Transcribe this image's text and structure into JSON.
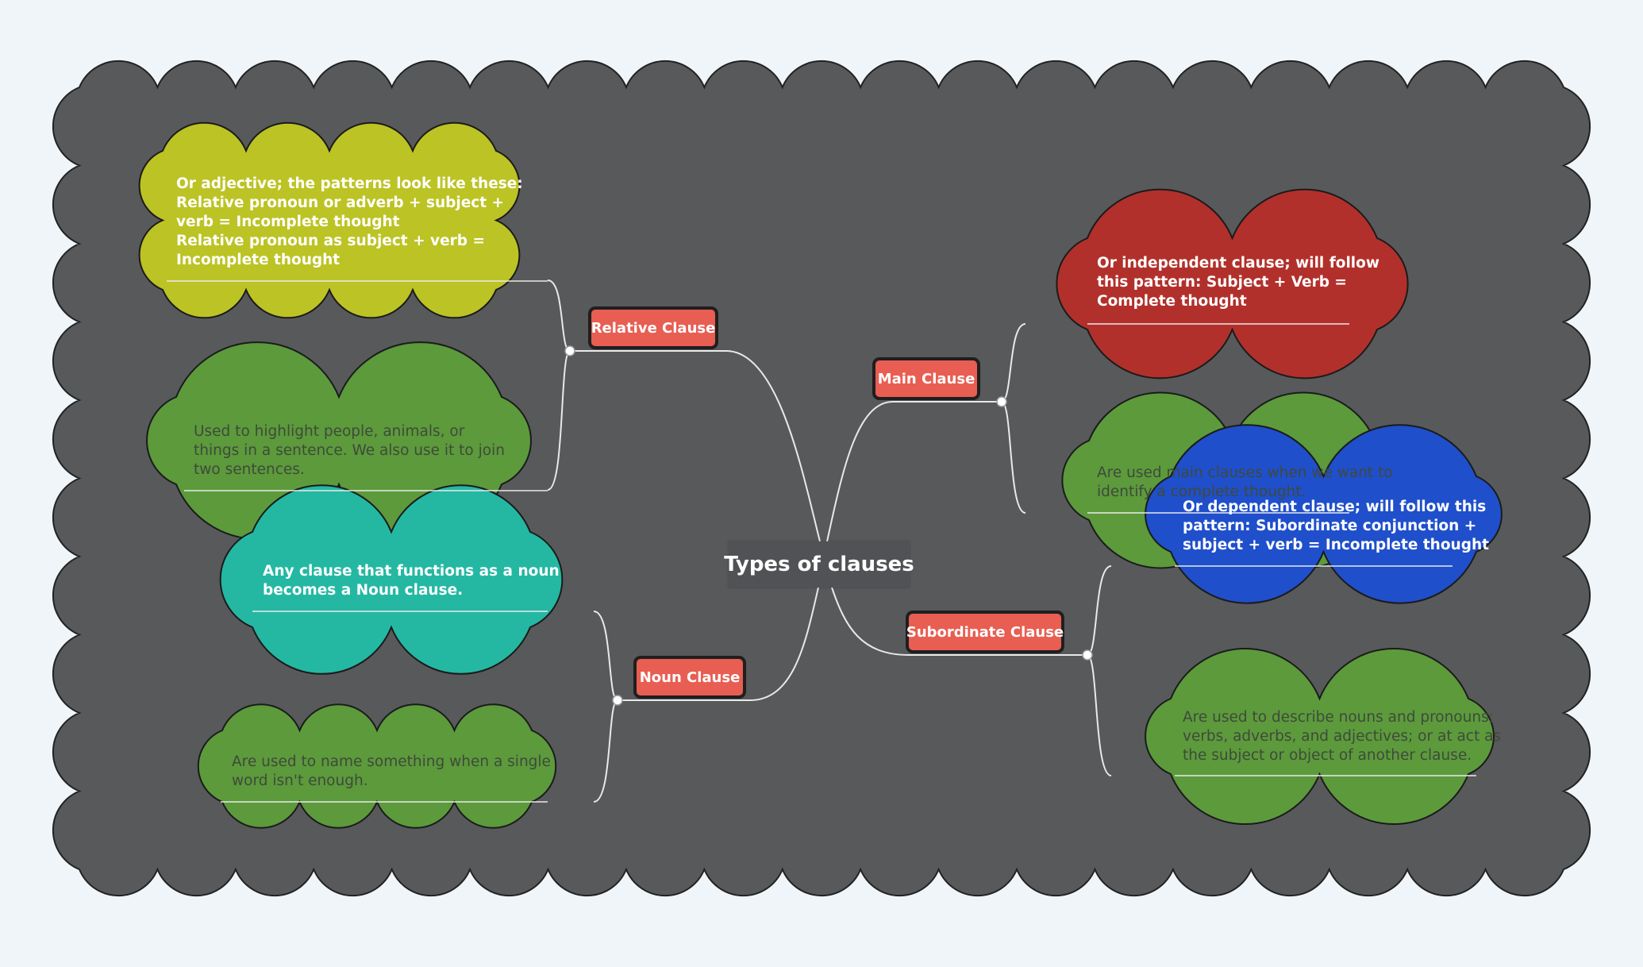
{
  "diagram": {
    "title": "Types of clauses",
    "branches": {
      "relative": {
        "label": "Relative Clause",
        "details": [
          {
            "lines": [
              "Or adjective; the patterns look like these:",
              "Relative pronoun or adverb + subject +",
              "verb = Incomplete thought",
              "Relative pronoun as subject + verb =",
              "Incomplete thought"
            ],
            "fill": "#bcc324"
          },
          {
            "lines": [
              "Used to highlight people, animals, or",
              "things in a sentence. We also use it to join",
              "two sentences."
            ],
            "fill": "#5c9a3c"
          }
        ]
      },
      "noun": {
        "label": "Noun Clause",
        "details": [
          {
            "lines": [
              "Any clause that functions as a noun",
              "becomes a Noun clause."
            ],
            "fill": "#24b8a3"
          },
          {
            "lines": [
              "Are used to name something when a single",
              "word isn't enough."
            ],
            "fill": "#5c9a3c"
          }
        ]
      },
      "main": {
        "label": "Main Clause",
        "details": [
          {
            "lines": [
              "Or independent clause; will follow",
              "this pattern: Subject + Verb =",
              "Complete thought"
            ],
            "fill": "#b2302b"
          },
          {
            "lines": [
              "Are used main clauses when we want to",
              "identify a complete thought."
            ],
            "fill": "#5c9a3c"
          }
        ]
      },
      "subordinate": {
        "label": "Subordinate Clause",
        "details": [
          {
            "lines": [
              "Or dependent clause; will follow this",
              "pattern: Subordinate conjunction +",
              "subject + verb = Incomplete thought"
            ],
            "fill": "#1f4fcb"
          },
          {
            "lines": [
              "Are used to describe nouns and pronouns;",
              "verbs, adverbs, and adjectives; or at act as",
              "the subject or object of another clause."
            ],
            "fill": "#5c9a3c"
          }
        ]
      }
    },
    "colors": {
      "background": "#eff5f8",
      "boundary": "#58595b",
      "connector": "#e9e9e9",
      "topic_fill": "#e85e52",
      "central_fill": "#505255"
    }
  }
}
